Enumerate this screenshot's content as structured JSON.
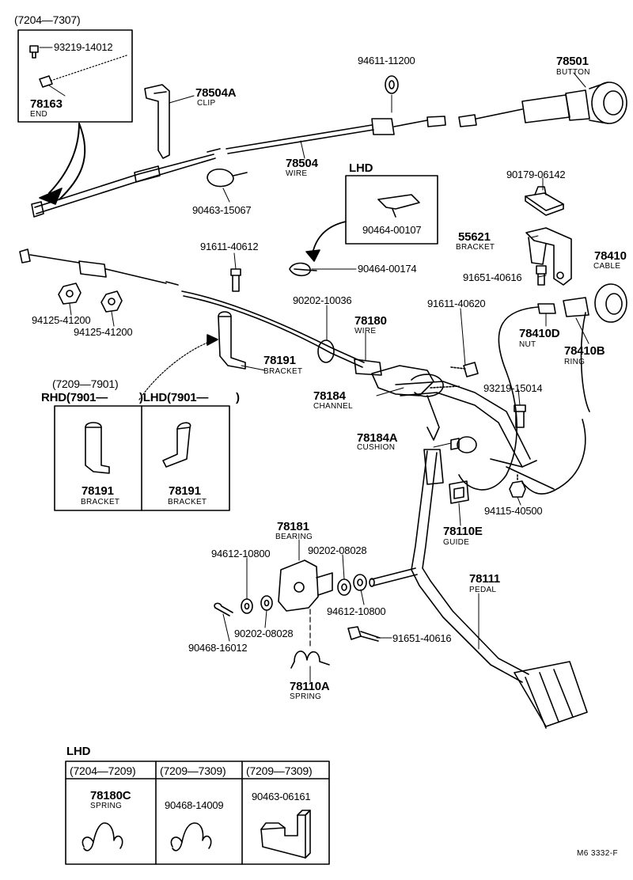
{
  "callouts": {
    "end_range": "(7204—7307)",
    "bolt_93219_14012": "93219-14012",
    "end_pn": "78163",
    "end_name": "END",
    "clip_pn": "78504A",
    "clip_name": "CLIP",
    "washer_94611": "94611-11200",
    "button_pn": "78501",
    "button_name": "BUTTON",
    "wire_pn": "78504",
    "wire_name": "WIRE",
    "clamp_90463_15067": "90463-15067",
    "lhd_box_header": "LHD",
    "clip_90464_00107": "90464-00107",
    "clip_90464_00174": "90464-00174",
    "clip_90179": "90179-06142",
    "bracket_pn": "55621",
    "bracket_name": "BRACKET",
    "bolt_91611_40612": "91611-40612",
    "bolt_91651_40616_a": "91651-40616",
    "cable_pn": "78410",
    "cable_name": "CABLE",
    "nut_94125_a": "94125-41200",
    "nut_94125_b": "94125-41200",
    "washer_90202_10036": "90202-10036",
    "wire2_pn": "78180",
    "wire2_name": "WIRE",
    "bolt_91611_40620": "91611-40620",
    "nut_78410d_pn": "78410D",
    "nut_78410d_name": "NUT",
    "ring_pn": "78410B",
    "ring_name": "RING",
    "bracket2_pn": "78191",
    "bracket2_name": "BRACKET",
    "range_7209_7901": "(7209—7901)",
    "rhd_header": "RHD(7901—",
    "lhd_header2": ")LHD(7901—",
    "lhd_header2_close": ")",
    "channel_pn": "78184",
    "channel_name": "CHANNEL",
    "bolt_93219_15014": "93219-15014",
    "cushion_pn": "78184A",
    "cushion_name": "CUSHION",
    "rhd_bracket_pn": "78191",
    "rhd_bracket_name": "BRACKET",
    "lhd_bracket_pn": "78191",
    "lhd_bracket_name": "BRACKET",
    "nut_94115": "94115-40500",
    "guide_pn": "78110E",
    "guide_name": "GUIDE",
    "bearing_pn": "78181",
    "bearing_name": "BEARING",
    "washer_94612_a": "94612-10800",
    "washer_90202_08028_a": "90202-08028",
    "pedal_pn": "78111",
    "pedal_name": "PEDAL",
    "washer_94612_b": "94612-10800",
    "washer_90202_08028_b": "90202-08028",
    "bolt_91651_40616_b": "91651-40616",
    "pin_90468_16012": "90468-16012",
    "spring_pn": "78110A",
    "spring_name": "SPRING"
  },
  "bottom_table": {
    "title": "LHD",
    "columns": [
      {
        "range": "(7204—7209)",
        "part_no": "78180C",
        "part_name": "SPRING"
      },
      {
        "range": "(7209—7309)",
        "part_no": "90468-14009",
        "part_name": ""
      },
      {
        "range": "(7209—7309)",
        "part_no": "90463-06161",
        "part_name": ""
      }
    ]
  },
  "figure_code": "M6  3332-F"
}
